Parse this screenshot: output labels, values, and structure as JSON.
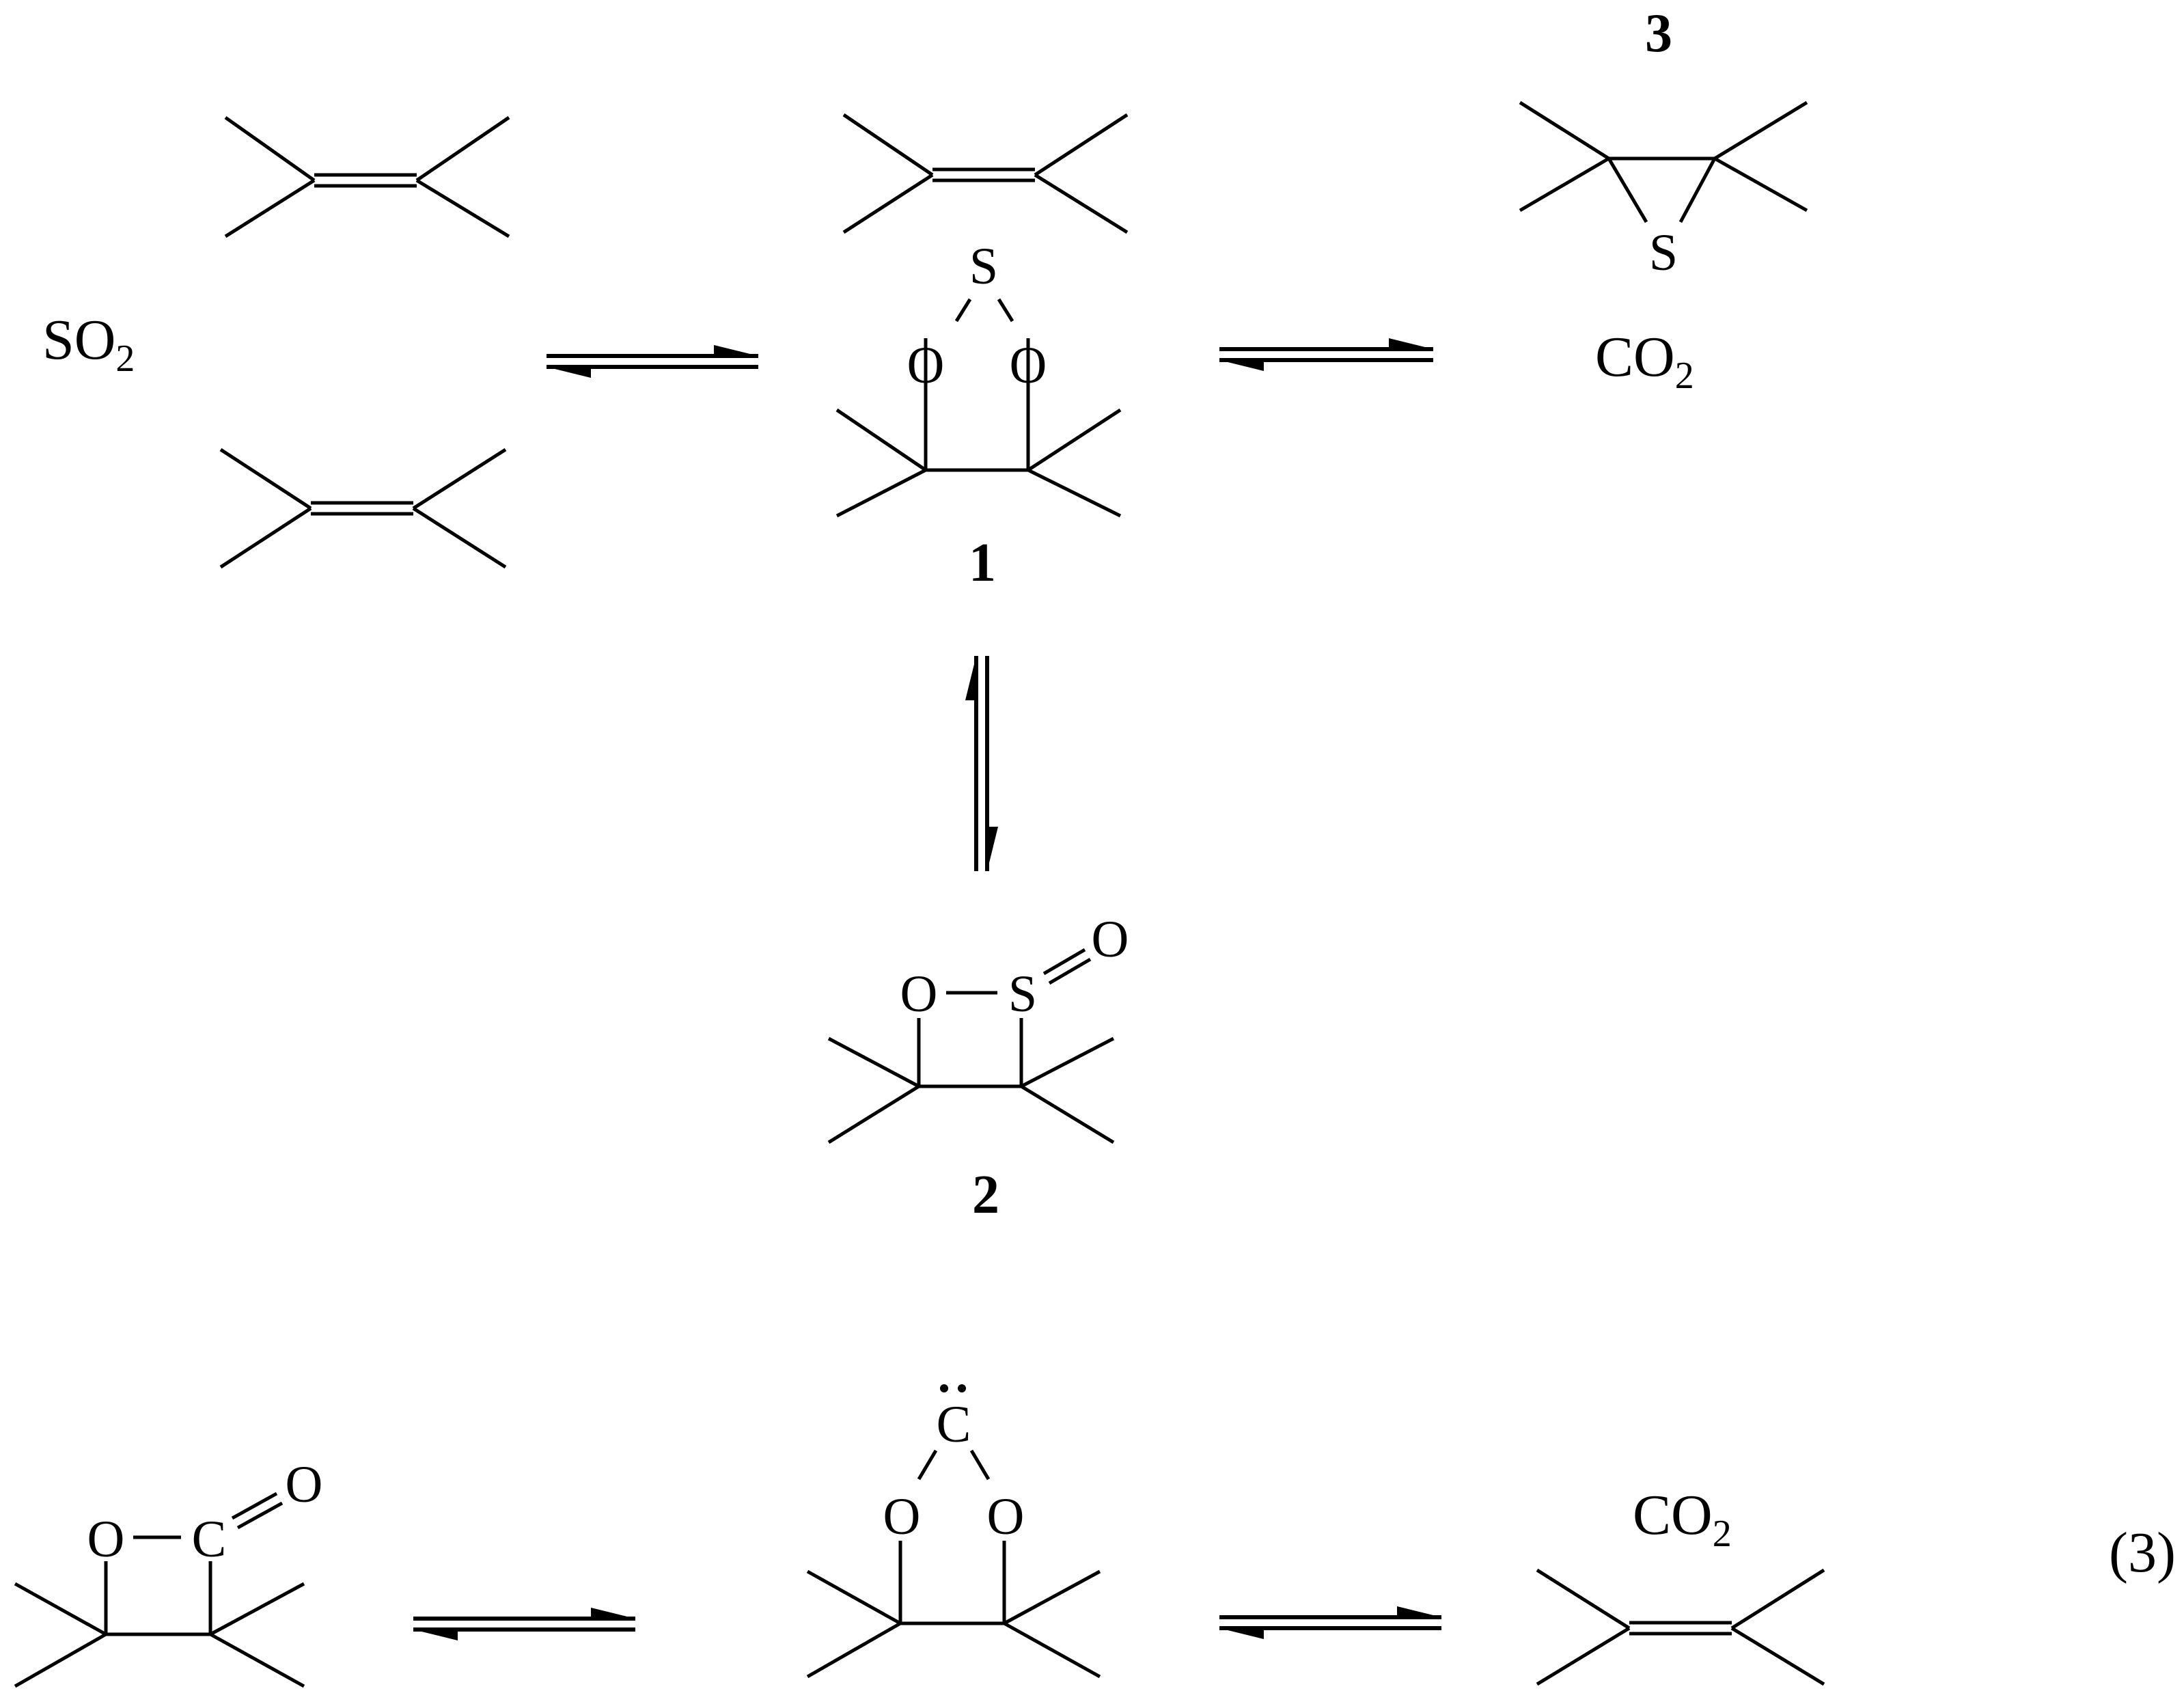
{
  "scheme": {
    "top_reaction": {
      "reagent_so2": {
        "main": "SO",
        "sub": "2"
      },
      "compound_1": {
        "label": "1",
        "atoms": [
          "S",
          "O",
          "O"
        ]
      },
      "compound_2": {
        "label": "2",
        "atoms": [
          "O",
          "S",
          "O"
        ]
      },
      "compound_3": {
        "label": "3",
        "atoms": [
          "S"
        ]
      },
      "product_co2": {
        "main": "CO",
        "sub": "2"
      }
    },
    "bottom_reaction": {
      "lactone_atoms": [
        "O",
        "C",
        "O"
      ],
      "carbene_atoms": [
        "C",
        "O",
        "O"
      ],
      "product_co2": {
        "main": "CO",
        "sub": "2"
      },
      "equation_number": "(3)"
    }
  }
}
